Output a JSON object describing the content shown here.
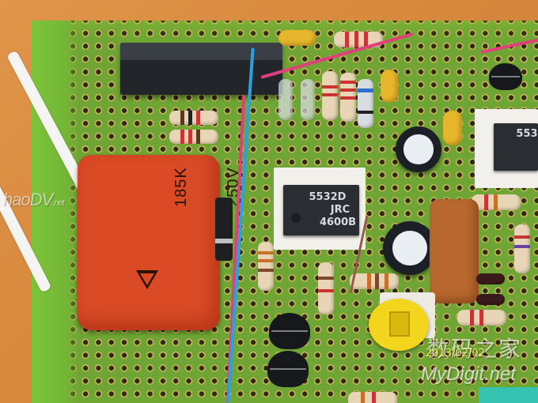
{
  "scene": {
    "subject": "perfboard audio circuit with op-amp ICs",
    "colors": {
      "background": "#d9893f",
      "board": "#6fa534",
      "film_cap": "#d94a25",
      "wire_pink": "#e0407a",
      "wire_blue": "#2ea0e0",
      "trimpot": "#f2d51c"
    }
  },
  "components": {
    "ic_main": {
      "line1": "5532D",
      "line2": "JRC",
      "line3": "4600B"
    },
    "ic_right_partial": {
      "line1": "553"
    },
    "film_capacitor": {
      "line1": "185K",
      "line2": "250V"
    }
  },
  "watermarks": {
    "left": "haoDV",
    "left_suffix": ".net",
    "site_cn": "数码之家",
    "site_en": "MyDigit.net",
    "date": "2013/02/02"
  }
}
